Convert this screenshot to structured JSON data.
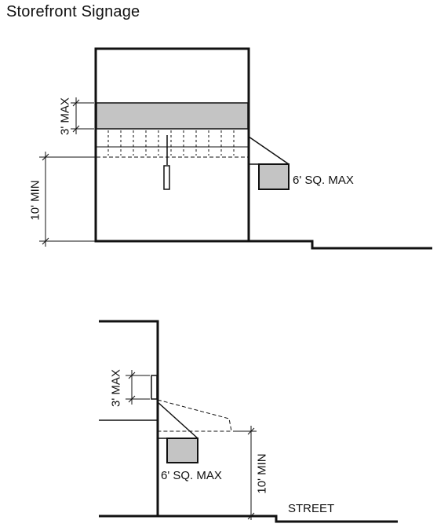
{
  "title": "Storefront Signage",
  "front_view": {
    "band_height_label": "3' MAX",
    "clearance_label": "10' MIN",
    "blade_sign_label": "6' SQ. MAX"
  },
  "side_view": {
    "band_height_label": "3' MAX",
    "clearance_label": "10' MIN",
    "blade_sign_label": "6' SQ. MAX",
    "street_label": "STREET"
  },
  "colors": {
    "line": "#111111",
    "sign_fill": "#c4c4c4"
  }
}
